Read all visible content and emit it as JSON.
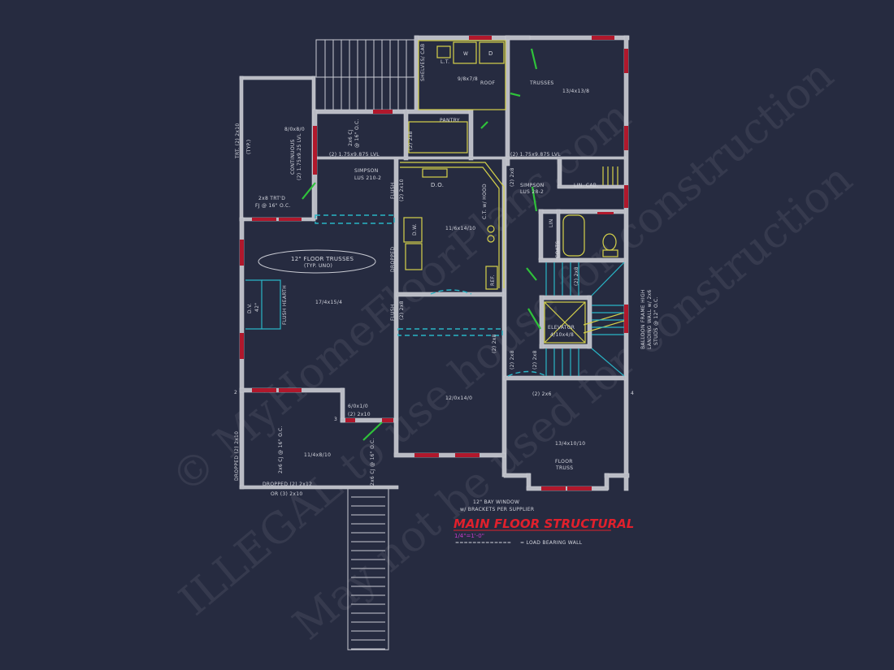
{
  "drawing": {
    "title": "MAIN FLOOR STRUCTURAL",
    "scale": "1/4\"=1'-0\"",
    "legend_symbol": "=============",
    "legend_text": "= LOAD BEARING WALL",
    "colors": {
      "background": "#262b40",
      "walls": "#c9cbd3",
      "windows": "#b0182c",
      "doors": "#2fc23a",
      "fixtures": "#d6d24a",
      "stairs_beams": "#29b5c6",
      "title": "#e0202c",
      "scale": "#c43cc8"
    }
  },
  "watermark": [
    "© MyHomeFloorPlans.com",
    "ILLEGAL to use house for construction",
    "May not be used for construction"
  ],
  "labels": {
    "shelves_cab": "SHELVES/ CAB",
    "lt": "L.T.",
    "washer": "W",
    "dryer": "D",
    "laundry_dim": "9/8x7/8",
    "roof": "ROOF",
    "trusses": "TRUSSES",
    "bed_top_dim": "13/4x13/8",
    "pantry": "PANTRY",
    "pantry_hdr": "(2) 2x8",
    "trt_left": "TRT. (2) 2x10",
    "typ": "(TYP.)",
    "hdr_8010": "8/0x8/0",
    "continuous": "CONTINUOUS",
    "lvl_925": "(2) 1.75x9.25 LVL",
    "cj_2x6_top": "2x6 CJ",
    "oc16_top": "@ 16\" O.C.",
    "lvl_beam_left": "(2) 1.75x9.875 LVL",
    "lvl_beam_right": "(2) 1.75x9.875 LVL",
    "simpson_left": "SIMPSON",
    "lus_left": "LUS 210-2",
    "flush_top": "FLUSH",
    "hdr_2x10_v": "(2) 2x10",
    "trtd": "2x8 TRT'D",
    "fj": "FJ @ 16\" O.C.",
    "do": "D.O.",
    "hood": "C.T. w/ HOOD",
    "kitchen_dim": "11/6x14/10",
    "dw": "D.W.",
    "ref": "REF.",
    "dropped_hdr": "DROPPED",
    "hdr_2x8_a": "(2) 2x8",
    "simpson_right": "SIMPSON",
    "lus_right": "LUS 28-2",
    "lin_cab": "LIN. CAB.",
    "hdr_2x8_b": "(2) 2x8",
    "lin": "LIN",
    "coats": "COATS",
    "floor_trusses": "12\" FLOOR TRUSSES",
    "typ_uno": "(TYP. UNO)",
    "dv": "D.V.",
    "dv_size": "42\"",
    "flush_hearth": "FLUSH HEARTH",
    "great_dim": "17/4x15/4",
    "flush_mid": "FLUSH",
    "hdr_2x8_c": "(2) 2x8",
    "hdr_2x8_d": "(2) 2x8",
    "hdr_2x8_e": "(2) 2x8",
    "hdr_2x8_f": "(2) 2x8",
    "elevator": "ELEVATOR",
    "elevator_dim": "4/10x4/8",
    "balloon1": "BALLOON FRAME HIGH",
    "balloon2": "LANDING WALL w/ 2x6",
    "balloon3": "STUDS @ 12\" O.C.",
    "hdr_2x6": "(2) 2x6",
    "dining_dim": "12/0x14/0",
    "hdr_6010": "6/0x1/0",
    "hdr_2x10_b": "(2) 2x10",
    "study_dim": "13/4x10/10",
    "floor_truss1": "FLOOR",
    "floor_truss2": "TRUSS",
    "dropped_left": "DROPPED (2) 2x10",
    "cj_left": "2x6 CJ @ 16\" O.C.",
    "porch_dim": "11/4x8/10",
    "cj_right": "2x6 CJ @ 16\" O.C.",
    "dropped_bottom": "DROPPED (2) 2x12",
    "or_3": "OR (3) 2x10",
    "bay1": "12\" BAY WINDOW",
    "bay2": "w/ BRACKETS PER SUPPLIER",
    "n2": "2",
    "n3": "3",
    "n4": "4"
  }
}
